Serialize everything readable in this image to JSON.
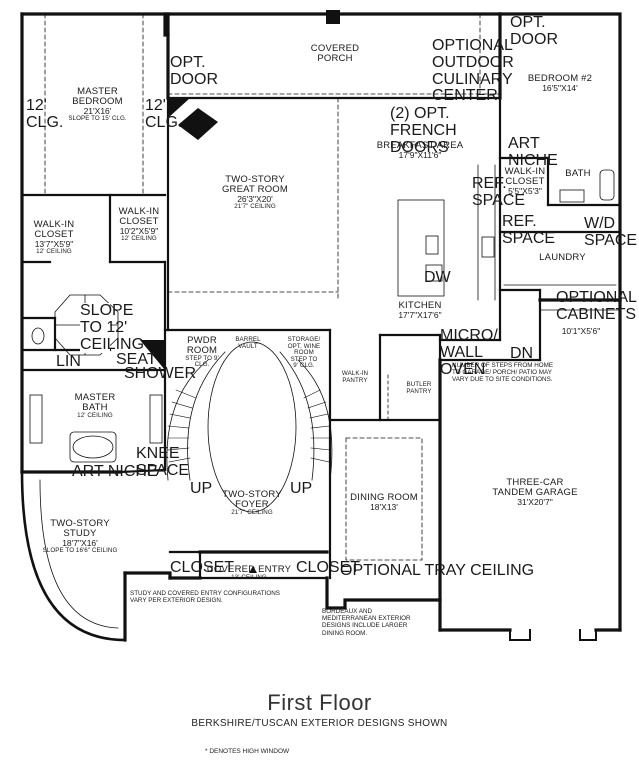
{
  "title": "First Floor",
  "subtitle": "BERKSHIRE/TUSCAN EXTERIOR DESIGNS SHOWN",
  "legend": "* DENOTES HIGH WINDOW",
  "rooms": {
    "covered_porch": {
      "name": "COVERED",
      "name2": "PORCH"
    },
    "master_bedroom": {
      "name": "MASTER",
      "name2": "BEDROOM",
      "dims": "21'X16'",
      "note": "SLOPE TO 15' CLG."
    },
    "bedroom2": {
      "name": "BEDROOM #2",
      "dims": "16'5\"X14'"
    },
    "great_room": {
      "name": "TWO-STORY",
      "name2": "GREAT ROOM",
      "dims": "26'3\"X20'",
      "note": "21'7\" CEILING"
    },
    "breakfast": {
      "name": "BREAKFAST AREA",
      "dims": "17'9\"X11'6\""
    },
    "walkin_closet1": {
      "name": "WALK-IN",
      "name2": "CLOSET",
      "dims": "13'7\"X5'9\"",
      "note": "12' CEILING"
    },
    "walkin_closet2": {
      "name": "WALK-IN",
      "name2": "CLOSET",
      "dims": "10'2\"X5'9\"",
      "note": "12' CEILING"
    },
    "walkin_closet3": {
      "name": "WALK-IN",
      "name2": "CLOSET",
      "dims": "5'5\"X5'3\""
    },
    "bath": {
      "name": "BATH"
    },
    "laundry": {
      "name": "LAUNDRY"
    },
    "kitchen": {
      "name": "KITCHEN",
      "dims": "17'7\"X17'6\""
    },
    "powder_room": {
      "name": "PWDR",
      "name2": "ROOM",
      "note1": "STEP TO 9'",
      "note2": "CLG."
    },
    "barrel_vault": {
      "line1": "BARREL",
      "line2": "VAULT"
    },
    "storage": {
      "line1": "STORAGE/",
      "line2": "OPT. WINE",
      "line3": "ROOM",
      "line4": "STEP TO",
      "line5": "9' CLG."
    },
    "master_bath": {
      "name": "MASTER",
      "name2": "BATH",
      "note": "12' CEILING"
    },
    "walkin_pantry": {
      "line1": "WALK-IN",
      "line2": "PANTRY"
    },
    "butler_pantry": {
      "line1": "BUTLER",
      "line2": "PANTRY"
    },
    "foyer": {
      "name": "TWO-STORY",
      "name2": "FOYER",
      "note": "21'7\" CEILING"
    },
    "dining": {
      "name": "DINING ROOM",
      "dims": "18'X13'",
      "note": "OPTIONAL TRAY CEILING"
    },
    "garage": {
      "name": "THREE-CAR",
      "name2": "TANDEM GARAGE",
      "dims": "31'X20'7\""
    },
    "study": {
      "name": "TWO-STORY",
      "name2": "STUDY",
      "dims": "18'7\"X16'",
      "note": "SLOPE TO 16'6\" CEILING"
    },
    "covered_entry": {
      "name": "COVERED ENTRY",
      "note": "13' CEILING"
    },
    "garage_storage": {
      "dims": "10'1\"X5'6\""
    }
  },
  "labels": {
    "opt_door_left": {
      "line1": "OPT.",
      "line2": "DOOR"
    },
    "opt_door_right": {
      "line1": "OPT.",
      "line2": "DOOR"
    },
    "opt_outdoor": {
      "line1": "OPTIONAL",
      "line2": "OUTDOOR",
      "line3": "CULINARY",
      "line4": "CENTER"
    },
    "french_doors": {
      "line1": "(2) OPT.",
      "line2": "FRENCH",
      "line3": "DOORS"
    },
    "art_niche_top": {
      "line1": "ART",
      "line2": "NICHE"
    },
    "art_niche_bath": "ART NICHE",
    "ref_space1": {
      "line1": "REF.",
      "line2": "SPACE"
    },
    "ref_space2": {
      "line1": "REF.",
      "line2": "SPACE"
    },
    "wd_space": {
      "line1": "W/D",
      "line2": "SPACE"
    },
    "optional_cabinets": {
      "line1": "OPTIONAL",
      "line2": "CABINETS"
    },
    "dw": "DW",
    "micro_wall_oven": {
      "line1": "MICRO/",
      "line2": "WALL",
      "line3": "OVEN"
    },
    "dn": "DN",
    "clg_left": {
      "line1": "12'",
      "line2": "CLG."
    },
    "clg_right": {
      "line1": "12'",
      "line2": "CLG."
    },
    "slope": {
      "line1": "SLOPE",
      "line2": "TO 12'",
      "line3": "CEILING"
    },
    "lin": "LIN",
    "seat": "SEAT",
    "shower": "SHOWER",
    "knee_space": {
      "line1": "KNEE",
      "line2": "SPACE"
    },
    "up_left": "UP",
    "up_right": "UP",
    "closet_left": "CLOSET",
    "closet_right": "CLOSET",
    "steps_note": {
      "line1": "NUMBER OF STEPS FROM HOME",
      "line2": "TO GARAGE/ PORCH/ PATIO MAY",
      "line3": "VARY DUE TO SITE CONDITIONS."
    },
    "study_note": {
      "line1": "STUDY AND COVERED ENTRY CONFIGURATIONS",
      "line2": "VARY PER EXTERIOR DESIGN."
    },
    "bordeaux_note": {
      "line1": "BORDEAUX AND",
      "line2": "MEDITERRANEAN EXTERIOR",
      "line3": "DESIGNS INCLUDE LARGER",
      "line4": "DINING ROOM."
    }
  }
}
